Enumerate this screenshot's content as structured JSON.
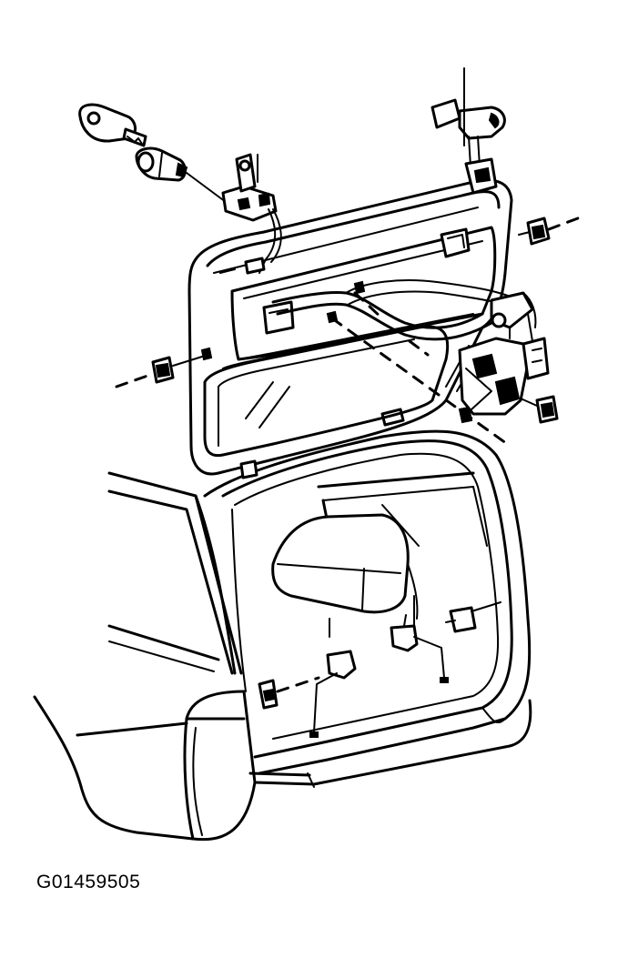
{
  "figure": {
    "caption": "G01459505",
    "parts": [
      "vehicle-body-rear",
      "liftgate-panel",
      "liftgate-glass",
      "key",
      "lock-cylinder",
      "lock-cylinder-retainer",
      "upper-latch",
      "handle-bracket",
      "latch-assembly",
      "rod-linkage",
      "clips",
      "striker-plates",
      "cargo-area-trim"
    ]
  }
}
